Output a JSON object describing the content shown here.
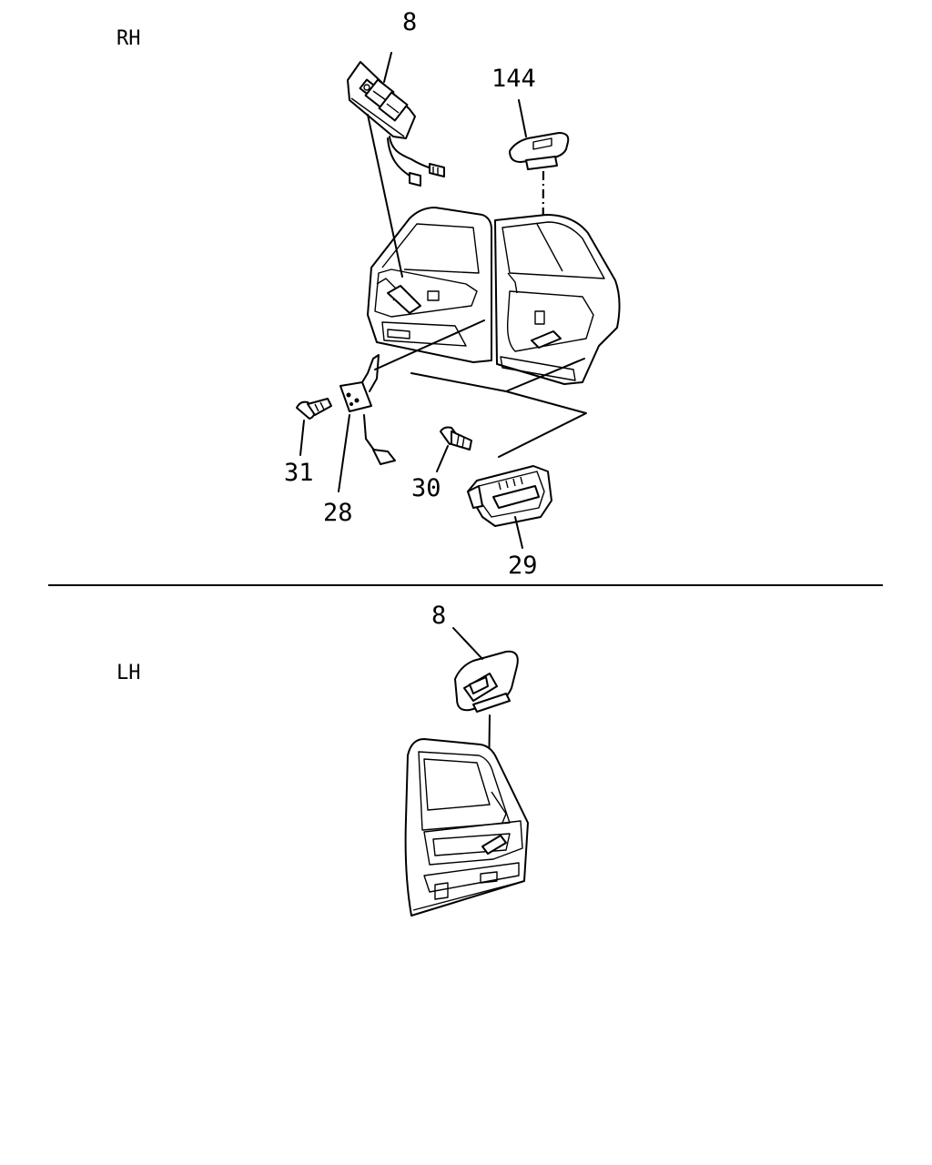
{
  "sections": {
    "rh": {
      "label": "RH"
    },
    "lh": {
      "label": "LH"
    }
  },
  "callouts": {
    "rh_switch": "8",
    "rear_switch": "144",
    "screw_31": "31",
    "bracket_28": "28",
    "screw_30": "30",
    "bezel_29": "29",
    "lh_switch": "8"
  }
}
